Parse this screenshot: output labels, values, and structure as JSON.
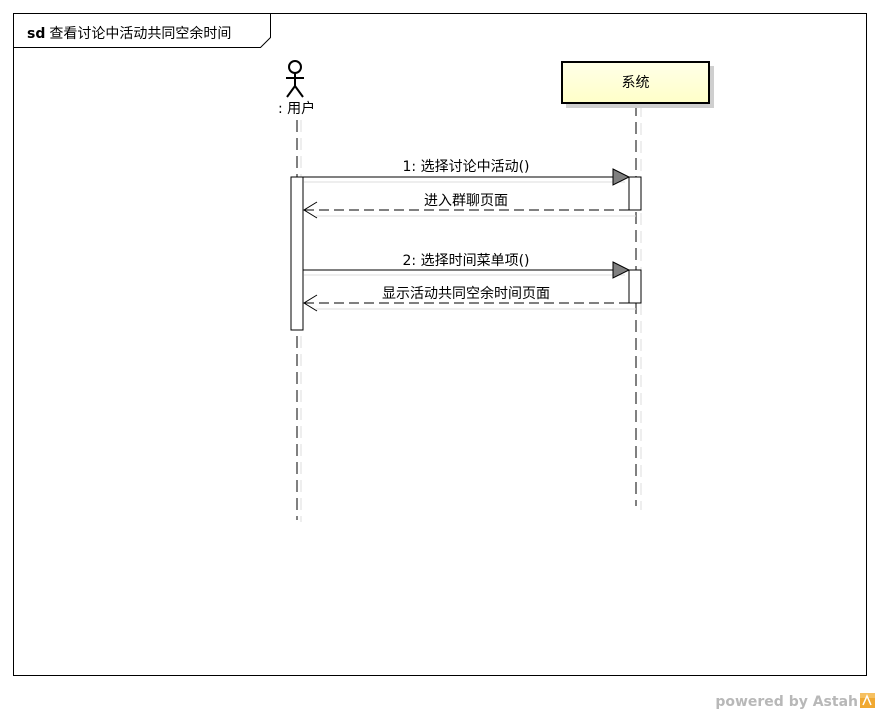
{
  "frame": {
    "keyword": "sd",
    "title": "查看讨论中活动共同空余时间"
  },
  "lifelines": {
    "actor_label": ": 用户",
    "system_label": "系统"
  },
  "messages": [
    {
      "id": "m1",
      "type": "sync",
      "label": "1: 选择讨论中活动()"
    },
    {
      "id": "m1r",
      "type": "reply",
      "label": "进入群聊页面"
    },
    {
      "id": "m2",
      "type": "sync",
      "label": "2: 选择时间菜单项()"
    },
    {
      "id": "m2r",
      "type": "reply",
      "label": "显示活动共同空余时间页面"
    }
  ],
  "footer": {
    "powered_by": "powered by Astah"
  },
  "colors": {
    "system_box_fill": "#ffffd2",
    "arrowhead_fill": "#808080",
    "shadow": "#d8d8d8",
    "watermark": "#b8b8b8",
    "logo": "#f0a830"
  }
}
